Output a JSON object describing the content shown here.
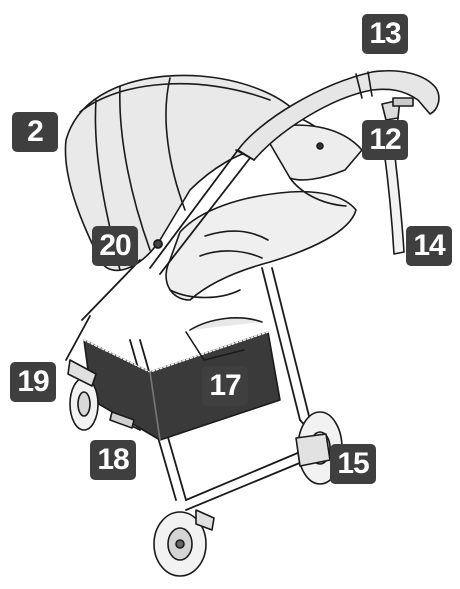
{
  "callout_color": "#3f3f3f",
  "callouts": [
    {
      "id": "2",
      "label": "2"
    },
    {
      "id": "12",
      "label": "12"
    },
    {
      "id": "13",
      "label": "13"
    },
    {
      "id": "14",
      "label": "14"
    },
    {
      "id": "15",
      "label": "15"
    },
    {
      "id": "17",
      "label": "17"
    },
    {
      "id": "18",
      "label": "18"
    },
    {
      "id": "19",
      "label": "19"
    },
    {
      "id": "20",
      "label": "20"
    }
  ]
}
